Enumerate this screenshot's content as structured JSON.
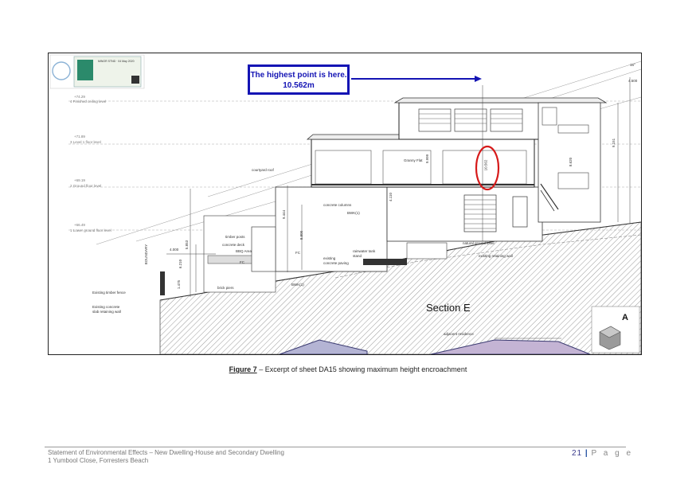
{
  "figure": {
    "callout_line1": "The highest point is here.",
    "callout_line2": "10.562m",
    "section_title": "Section E",
    "section_marker": "A",
    "stamp_date": "MINOR STND · 04 May 2020",
    "levels": [
      {
        "value": "+74.29",
        "label": "4 Finished ceiling level"
      },
      {
        "value": "+71.89",
        "label": "3 Level 1 floor level"
      },
      {
        "value": "+69.19",
        "label": "2 Ground floor level"
      },
      {
        "value": "+66.49",
        "label": "1 Lower ground floor level"
      }
    ],
    "labels": {
      "courtyard_roof": "courtyard roof",
      "concrete_columns": "concrete columns",
      "bwk1": "BWK(1)",
      "timber_posts": "timber posts",
      "concrete_deck": "concrete deck",
      "bbq_area": "BBQ Area",
      "fc": "FC",
      "fc2": "FC",
      "boundary": "BOUNDARY",
      "brick_piers": "brick piers",
      "existing_timber_fence": "Existing timber fence",
      "existing_concrete": "Existing concrete",
      "slab_retaining": "slab retaining wall",
      "existing_paving": "existing",
      "existing_paving2": "concrete paving",
      "rainwater": "rainwater tank",
      "rainwater2": "stand",
      "natural_ground": "natural ground level",
      "existing_retaining": "existing retaining wall",
      "bwk2": "BWK(1)",
      "adjacent": "adjacent residence",
      "granny_flat": "Granny Flat",
      "dim_4000": "4.000",
      "dim_6210": "6.210",
      "dim_5853": "5.853",
      "dim_1475": "1.475",
      "dim_9444": "9.444",
      "dim_8800": "8.800",
      "dim_10562": "10.562",
      "dim_8620": "8.620",
      "dim_9151": "9.151",
      "dim_16": "16°",
      "dim_4500": "4.500",
      "dim_9999": "9.999",
      "dim_4110": "4.110"
    }
  },
  "caption": {
    "figure_label": "Figure 7",
    "text": " – Excerpt of sheet DA15 showing maximum height encroachment"
  },
  "footer": {
    "line1": "Statement of Environmental Effects – New Dwelling-House and Secondary Dwelling",
    "line2": "1 Yumbool Close, Forresters Beach",
    "page_number": "21",
    "separator": "|",
    "page_word": "P a g e"
  }
}
